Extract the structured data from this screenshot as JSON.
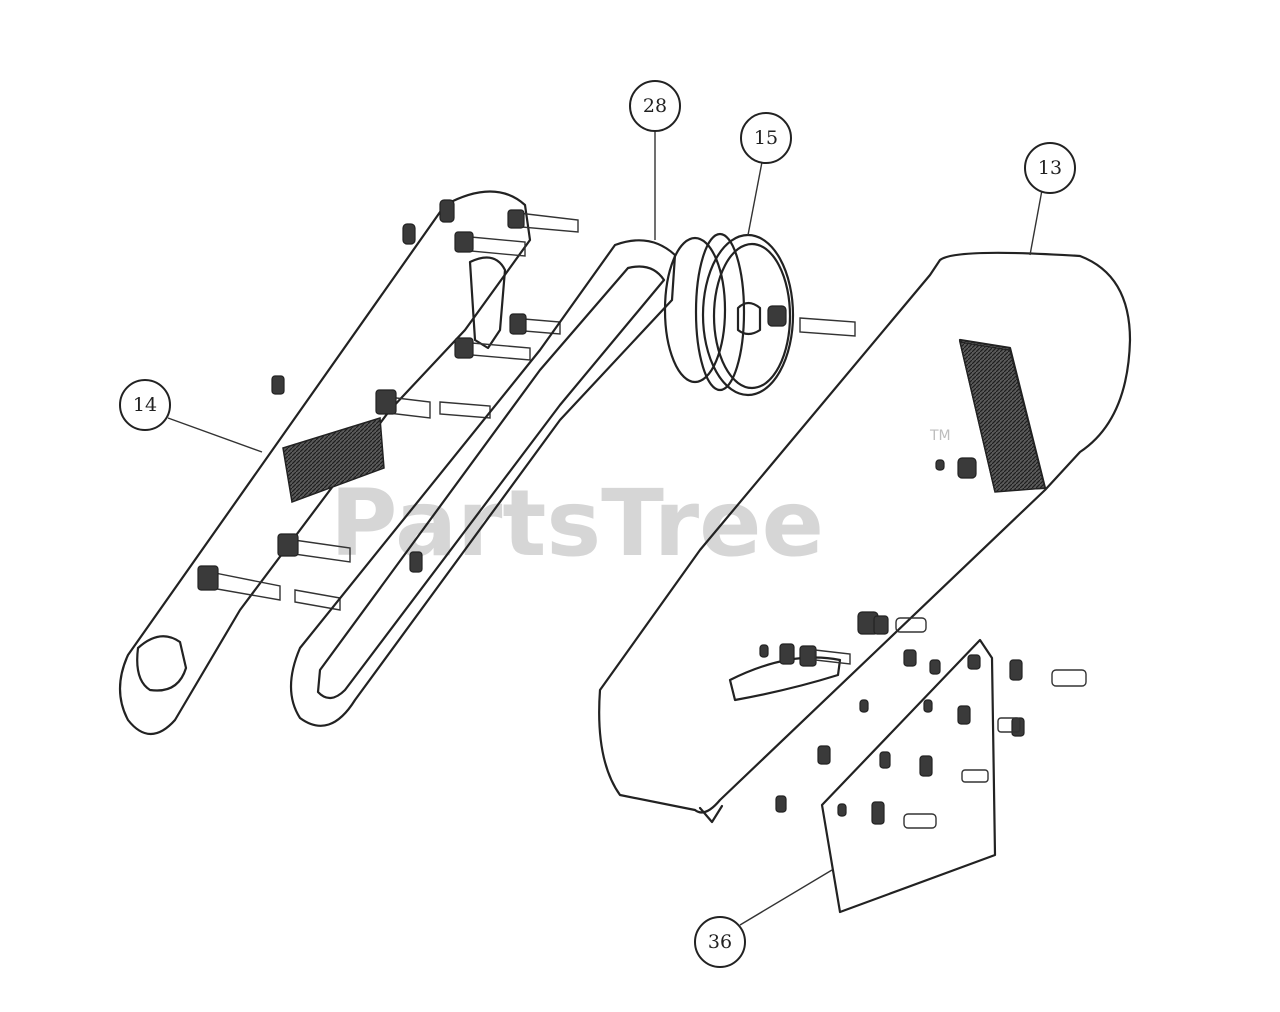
{
  "watermark": {
    "text": "PartsTree",
    "trademark": "TM"
  },
  "callouts": [
    {
      "id": "callout-14",
      "label": "14"
    },
    {
      "id": "callout-28",
      "label": "28"
    },
    {
      "id": "callout-15",
      "label": "15"
    },
    {
      "id": "callout-13",
      "label": "13"
    },
    {
      "id": "callout-36",
      "label": "36"
    }
  ]
}
